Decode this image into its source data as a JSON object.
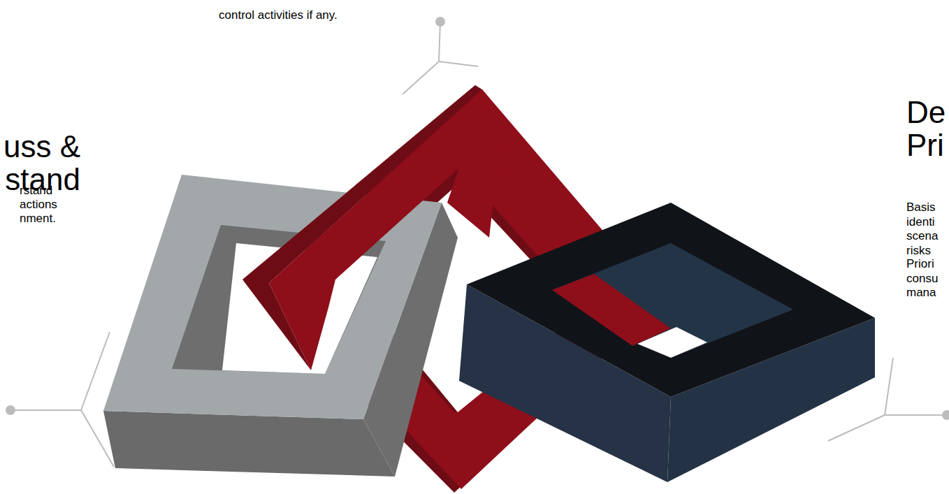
{
  "diagram": {
    "labels": [
      "control activities if any.",
      "uss & stand",
      "rstand actions nment.",
      "De Pri",
      "Basis identi scena risks",
      "Priori consu mana"
    ]
  }
}
